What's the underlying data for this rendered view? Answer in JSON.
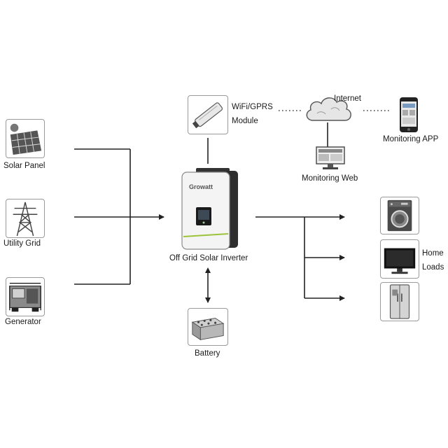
{
  "diagram": {
    "sources": {
      "solar_panel": "Solar Panel",
      "utility_grid": "Utility Grid",
      "generator": "Generator"
    },
    "inverter": {
      "label": "Off Grid Solar Inverter",
      "brand": "Growatt"
    },
    "communication": {
      "module_line1": "WiFi/GPRS",
      "module_line2": "Module",
      "internet": "Internet",
      "monitoring_web": "Monitoring Web",
      "monitoring_app": "Monitoring APP"
    },
    "storage": {
      "battery": "Battery"
    },
    "loads": {
      "label_line1": "Home",
      "label_line2": "Loads"
    }
  }
}
